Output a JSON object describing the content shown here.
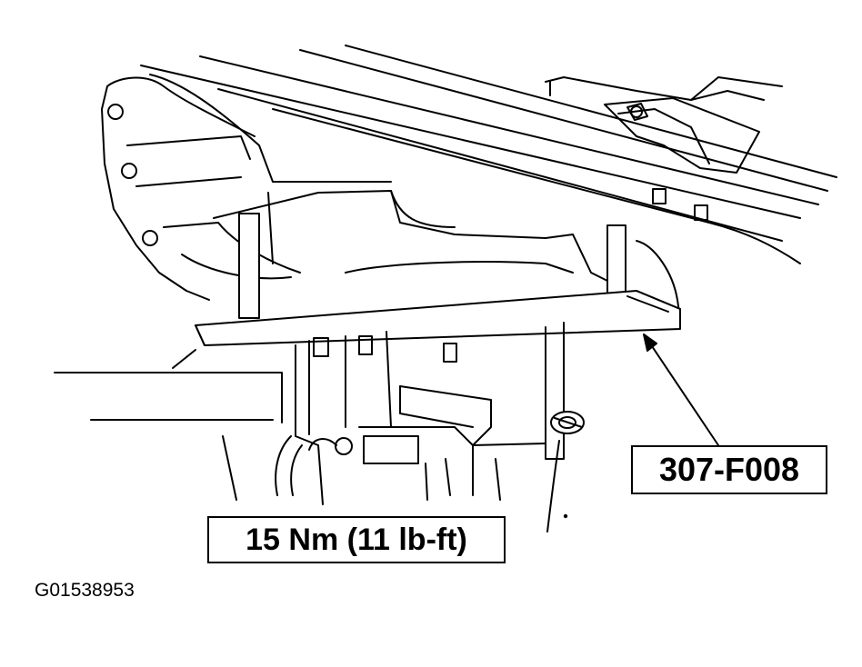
{
  "callouts": {
    "tool_number": "307-F008",
    "torque_spec": "15 Nm (11 lb-ft)"
  },
  "figure": {
    "id": "G01538953"
  },
  "colors": {
    "ink": "#000000",
    "paper": "#ffffff"
  }
}
